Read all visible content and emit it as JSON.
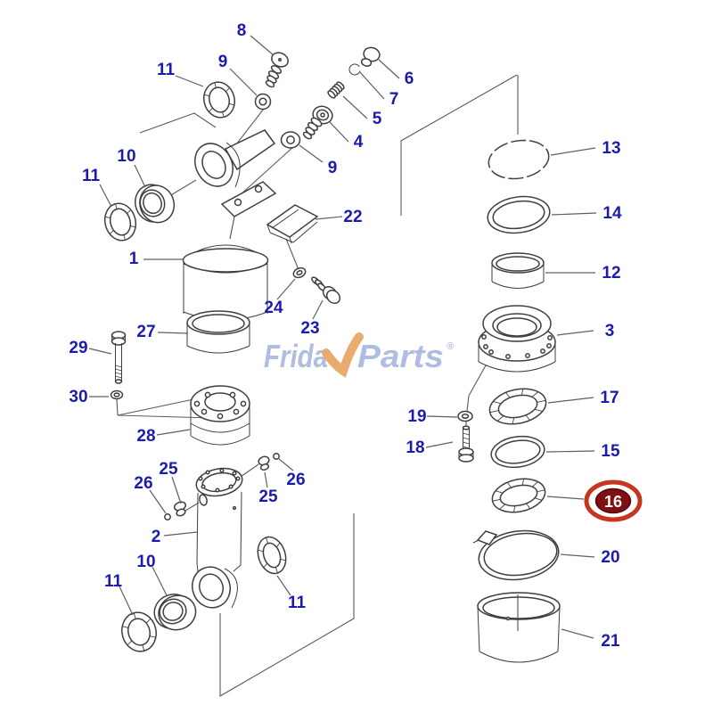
{
  "diagram": {
    "type": "exploded-parts-diagram",
    "background_color": "#ffffff",
    "line_color": "#3f3f3f",
    "label_color": "#1b1bb0"
  },
  "watermark": {
    "part1": "Frida",
    "part2": "Parts",
    "registered": "®",
    "text_color": "#a9b8de",
    "check_color": "#e9a463",
    "check_icon": "check-swoosh"
  },
  "highlight": {
    "part": "16",
    "ring_color": "#c4361f",
    "fill_color": "#7c1013",
    "text_color": "#ffffff"
  },
  "callouts": [
    {
      "part": "8"
    },
    {
      "part": "9"
    },
    {
      "part": "11"
    },
    {
      "part": "6"
    },
    {
      "part": "7"
    },
    {
      "part": "5"
    },
    {
      "part": "4"
    },
    {
      "part": "10"
    },
    {
      "part": "9"
    },
    {
      "part": "11"
    },
    {
      "part": "1"
    },
    {
      "part": "22"
    },
    {
      "part": "24"
    },
    {
      "part": "23"
    },
    {
      "part": "27"
    },
    {
      "part": "29"
    },
    {
      "part": "30"
    },
    {
      "part": "28"
    },
    {
      "part": "25"
    },
    {
      "part": "26"
    },
    {
      "part": "26"
    },
    {
      "part": "25"
    },
    {
      "part": "2"
    },
    {
      "part": "10"
    },
    {
      "part": "11"
    },
    {
      "part": "11"
    },
    {
      "part": "13"
    },
    {
      "part": "14"
    },
    {
      "part": "12"
    },
    {
      "part": "3"
    },
    {
      "part": "17"
    },
    {
      "part": "19"
    },
    {
      "part": "18"
    },
    {
      "part": "15"
    },
    {
      "part": "20"
    },
    {
      "part": "21"
    }
  ]
}
